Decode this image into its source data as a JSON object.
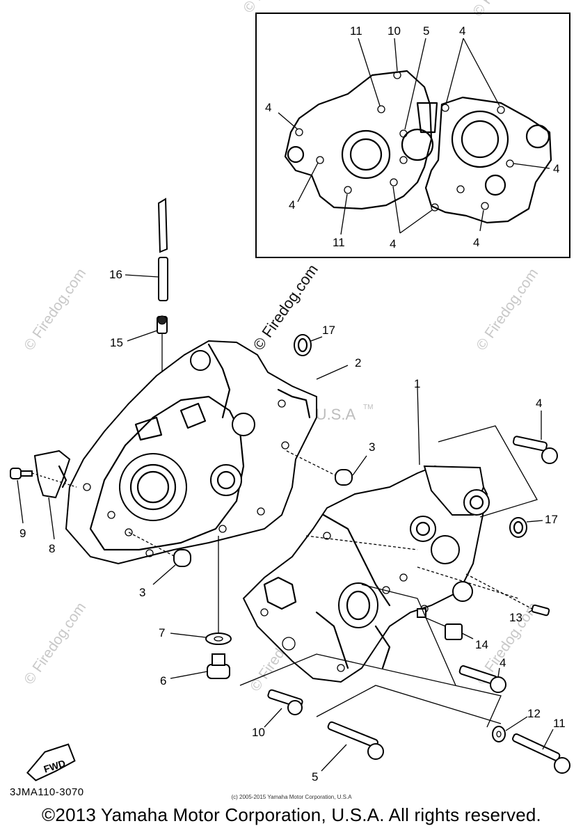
{
  "diagram_code": "3JMA110-3070",
  "small_copyright": "(c) 2005-2015 Yamaha Motor Corporation, U.S.A",
  "footer_copyright": "©2013 Yamaha Motor Corporation, U.S.A. All rights reserved.",
  "watermark_mid": "Yamaha Motor Corp, U.S.A",
  "watermark_mid_tm": "TM",
  "watermark_site": "© Firedog.com",
  "watermark_site_mid": "© Firedog.com",
  "fwd_label": "FWD",
  "callouts": {
    "c1": "1",
    "c2": "2",
    "c3a": "3",
    "c3b": "3",
    "c4a": "4",
    "c4b": "4",
    "c5": "5",
    "c6": "6",
    "c7": "7",
    "c8": "8",
    "c9": "9",
    "c10": "10",
    "c11": "11",
    "c12": "12",
    "c13": "13",
    "c14": "14",
    "c15": "15",
    "c16": "16",
    "c17a": "17",
    "c17b": "17"
  },
  "inset_callouts": {
    "i11a": "11",
    "i10": "10",
    "i5": "5",
    "i4top": "4",
    "i4left": "4",
    "i4right": "4",
    "i4lowleft": "4",
    "i11b": "11",
    "i4lowmid": "4",
    "i4lowright": "4"
  }
}
